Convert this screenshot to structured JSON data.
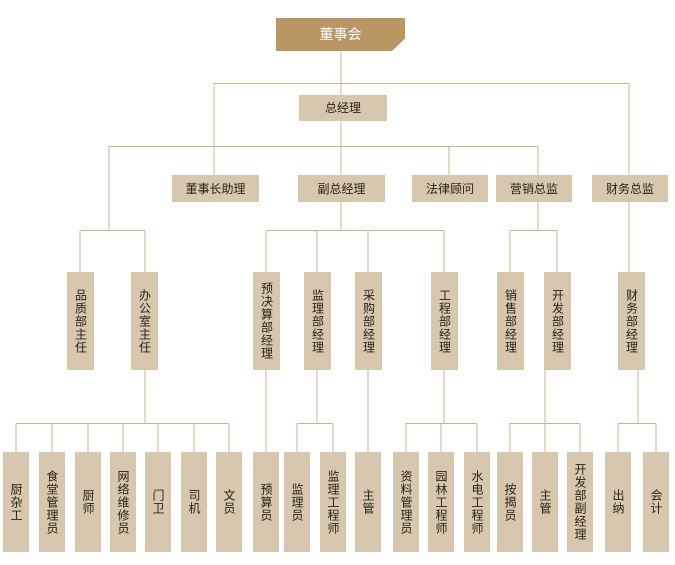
{
  "root": "董事会",
  "gm": "总经理",
  "level2": {
    "assistant": "董事长助理",
    "deputy_gm": "副总经理",
    "legal": "法律顾问",
    "sales_director": "营销总监",
    "finance_director": "财务总监"
  },
  "level3": {
    "quality": "品质部主任",
    "office": "办公室主任",
    "budget_mgr": "预决算部经理",
    "supervision_mgr": "监理部经理",
    "purchase_mgr": "采购部经理",
    "engineering_mgr": "工程部经理",
    "sales_mgr": "销售部经理",
    "dev_mgr": "开发部经理",
    "finance_mgr": "财务部经理"
  },
  "level4": {
    "kitchen_helper": "厨杂工",
    "canteen_admin": "食堂管理员",
    "chef": "厨师",
    "network_repair": "网络维修员",
    "guard": "门卫",
    "driver": "司机",
    "clerk": "文员",
    "budgeter": "预算员",
    "supervisor": "监理员",
    "supervision_engineer": "监理工程师",
    "purchase_supervisor": "主管",
    "records_admin": "资料管理员",
    "landscape_engineer": "园林工程师",
    "mep_engineer": "水电工程师",
    "mortgage_clerk": "按揭员",
    "sales_supervisor": "主管",
    "dev_deputy_mgr": "开发部副经理",
    "cashier": "出纳",
    "accountant": "会计"
  }
}
